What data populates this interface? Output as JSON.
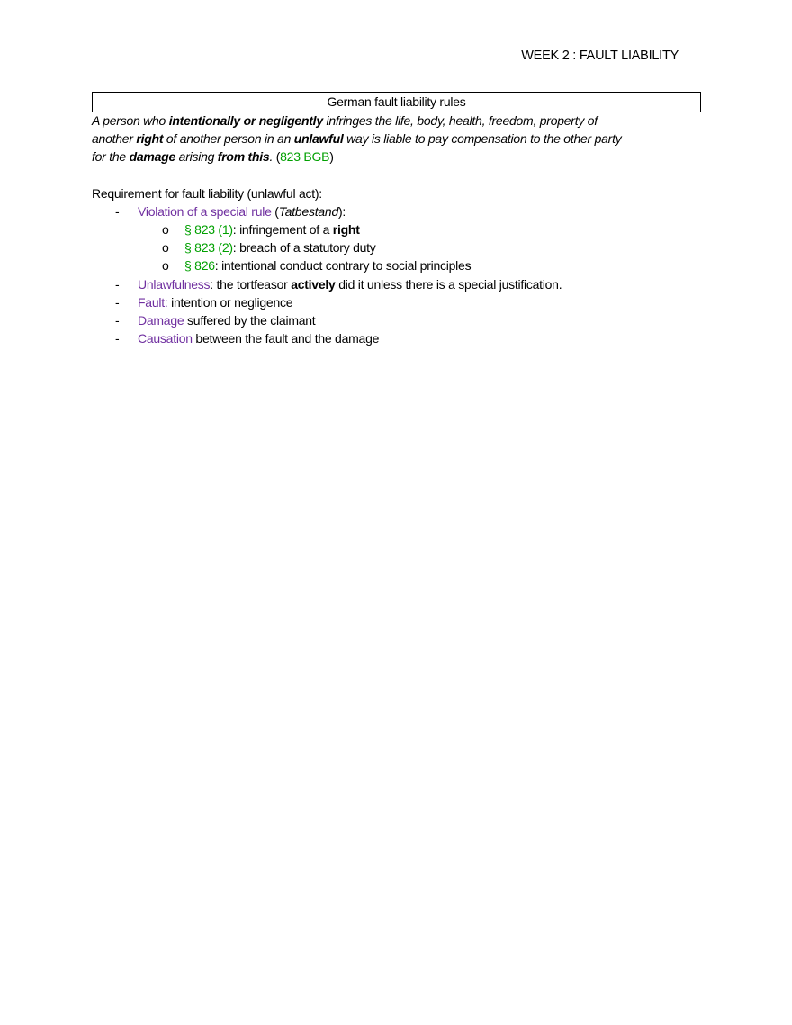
{
  "header": "WEEK 2 : FAULT LIABILITY",
  "box_title": "German fault liability rules",
  "definition": {
    "l1": [
      "A person who ",
      "intentionally or negligently",
      " infringes the life, body, health, freedom, property of"
    ],
    "l2": [
      "another ",
      "right",
      " of another person in an ",
      "unlawful",
      " way is liable to pay compensation to the other party"
    ],
    "l3": [
      "for the ",
      "damage",
      " arising ",
      "from this",
      ".",
      " (",
      "823 BGB",
      ")"
    ]
  },
  "requirements_heading": "Requirement for fault liability (unlawful act):",
  "bullet_marker": "-",
  "sub_marker": "o",
  "bullets": [
    {
      "term": "Violation of a special rule",
      "rest": [
        " (",
        "Tatbestand",
        "):"
      ]
    },
    {
      "term": "Unlawfulness",
      "rest": [
        ": the tortfeasor ",
        "actively",
        " did it unless there is a special justification."
      ]
    },
    {
      "term": "Fault:",
      "rest": [
        " intention or negligence"
      ]
    },
    {
      "term": "Damage",
      "rest": [
        " suffered by the claimant"
      ]
    },
    {
      "term": "Causation",
      "rest": [
        " between the fault and the damage"
      ]
    }
  ],
  "sub_items": [
    {
      "ref": "§ 823 (1)",
      "text": ": infringement of a ",
      "bold": "right"
    },
    {
      "ref": "§ 823 (2)",
      "text": ": breach of a statutory duty"
    },
    {
      "ref": "§ 826",
      "text": ": intentional conduct contrary to social principles"
    }
  ],
  "colors": {
    "term": "#7030a0",
    "reference": "#00a000"
  }
}
